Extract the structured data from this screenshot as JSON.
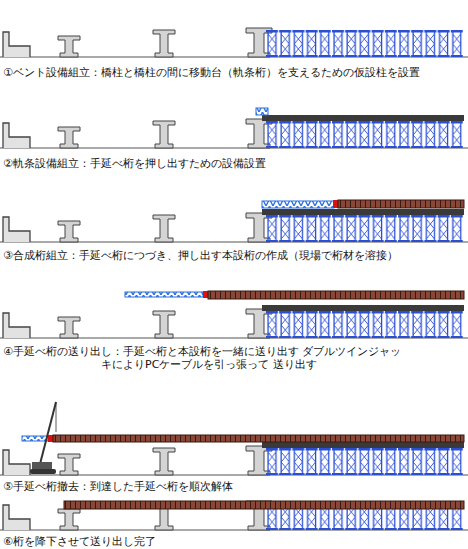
{
  "diagram": {
    "labels": [
      "①ベント設備組立：橋柱と橋柱の間に移動台（軌条桁）を支えるための仮設柱を設置",
      "②軌条設備組立：手延べ桁を押し出すための設備設置",
      "③合成桁組立：手延べ桁につづき、押し出す本設桁の作成（現場で桁材を溶接）",
      "④手延べ桁の送り出し：手延べ桁と本設桁を一緒に送り出す ダブルツインジャッキによりPCケーブルを引っ張って 送り出す",
      "⑤手延べ桁撤去：到達した手延べ桁を順次解体",
      "⑥桁を降下させて送り出し完了"
    ]
  }
}
